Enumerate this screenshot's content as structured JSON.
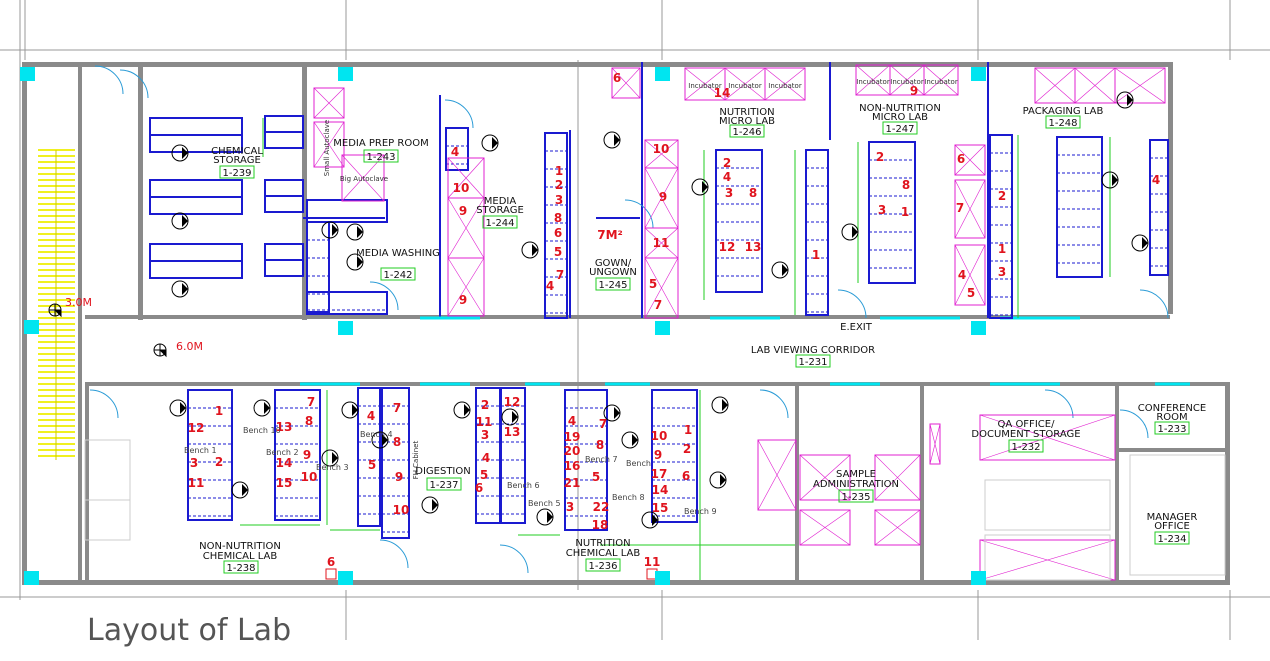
{
  "title": "Layout of Lab",
  "rooms": {
    "chemical_storage": {
      "line1": "CHEMICAL",
      "line2": "STORAGE",
      "number": "1-239"
    },
    "media_prep": {
      "line1": "MEDIA PREP ROOM",
      "number": "1-243"
    },
    "media_washing": {
      "line1": "MEDIA WASHING",
      "number": "1-242"
    },
    "media_storage": {
      "line1": "MEDIA",
      "line2": "STORAGE",
      "number": "1-244"
    },
    "gown": {
      "line1": "GOWN/",
      "line2": "UNGOWN",
      "number": "1-245",
      "area": "7M²"
    },
    "nutrition_micro": {
      "line1": "NUTRITION",
      "line2": "MICRO LAB",
      "number": "1-246"
    },
    "non_nutrition_micro": {
      "line1": "NON-NUTRITION",
      "line2": "MICRO LAB",
      "number": "1-247"
    },
    "packaging": {
      "line1": "PACKAGING LAB",
      "number": "1-248"
    },
    "corridor": {
      "line1": "LAB VIEWING CORRIDOR",
      "number": "1-231"
    },
    "qa_office": {
      "line1": "QA OFFICE/",
      "line2": "DOCUMENT STORAGE",
      "number": "1-232"
    },
    "conference": {
      "line1": "CONFERENCE",
      "line2": "ROOM",
      "number": "1-233"
    },
    "manager": {
      "line1": "MANAGER",
      "line2": "OFFICE",
      "number": "1-234"
    },
    "sample_admin": {
      "line1": "SAMPLE",
      "line2": "ADMINISTRATION",
      "number": "1-235"
    },
    "digestion": {
      "line1": "DIGESTION",
      "number": "1-237"
    },
    "non_nutrition_chem": {
      "line1": "NON-NUTRITION",
      "line2": "CHEMICAL LAB",
      "number": "1-238"
    },
    "nutrition_chem": {
      "line1": "NUTRITION",
      "line2": "CHEMICAL LAB",
      "number": "1-236"
    }
  },
  "annotations": {
    "width_stair": "3.0M",
    "width_corridor": "6.0M",
    "exit": "E.EXIT"
  },
  "equipment_labels": [
    "Incubator",
    "Incubator",
    "Incubator",
    "Incubator",
    "Incubator",
    "Incubator",
    "Small Autoclave",
    "Big Autoclave",
    "FH.Cabinet",
    "Bench 1",
    "Bench 10",
    "Bench 2",
    "Bench 3",
    "Bench 4",
    "Bench 5",
    "Bench 6",
    "Bench 7",
    "Bench 8",
    "Bench",
    "Bench 9"
  ],
  "markers": [
    "6",
    "4",
    "10",
    "9",
    "9",
    "1",
    "2",
    "3",
    "8",
    "6",
    "5",
    "7",
    "4",
    "10",
    "9",
    "11",
    "5",
    "7",
    "14",
    "2",
    "4",
    "3",
    "8",
    "12",
    "13",
    "1",
    "9",
    "2",
    "8",
    "3",
    "1",
    "6",
    "7",
    "4",
    "5",
    "2",
    "1",
    "3",
    "4",
    "1",
    "12",
    "2",
    "3",
    "11",
    "7",
    "8",
    "13",
    "9",
    "14",
    "10",
    "15",
    "4",
    "5",
    "7",
    "8",
    "9",
    "10",
    "2",
    "11",
    "3",
    "4",
    "5",
    "6",
    "12",
    "13",
    "4",
    "7",
    "19",
    "20",
    "8",
    "16",
    "5",
    "21",
    "3",
    "22",
    "18",
    "10",
    "1",
    "9",
    "2",
    "17",
    "6",
    "14",
    "15",
    "6",
    "11"
  ],
  "colors": {
    "wall": "#8a8a8a",
    "bench": "#1a1ad0",
    "equipment": "#e020d0",
    "column": "#00e5f0",
    "marker": "#e0141e",
    "dimension": "#22cc22",
    "stair": "#f0f020"
  }
}
